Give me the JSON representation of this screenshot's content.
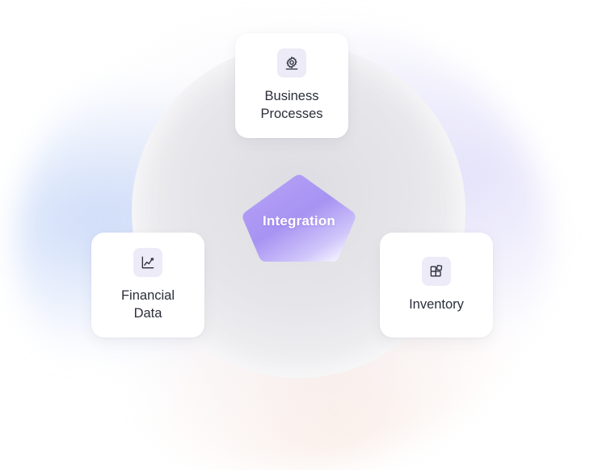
{
  "center": {
    "label": "Integration"
  },
  "nodes": [
    {
      "id": "business",
      "label_line1": "Business",
      "label_line2": "Processes",
      "icon": "gear-icon"
    },
    {
      "id": "financial",
      "label_line1": "Financial",
      "label_line2": "Data",
      "icon": "chart-line-icon"
    },
    {
      "id": "inventory",
      "label_line1": "Inventory",
      "label_line2": "",
      "icon": "boxes-icon"
    }
  ],
  "colors": {
    "accent_start": "#a993f4",
    "accent_end": "#f2efff",
    "icon_bg": "#ecebf7",
    "text": "#2b2e3a"
  }
}
